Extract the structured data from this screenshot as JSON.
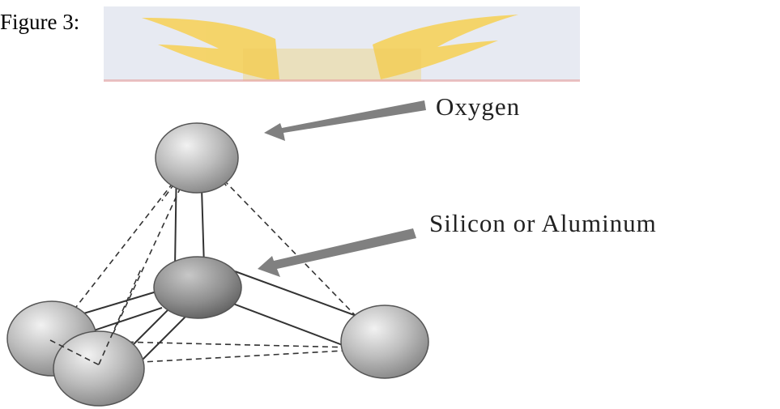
{
  "figure": {
    "caption": "Figure 3:"
  },
  "labels": {
    "oxygen": "Oxygen",
    "silicon_aluminum": "Silicon or Aluminum"
  },
  "colors": {
    "watermark_bg": "#e7eaf2",
    "watermark_logo": "#f6d25c",
    "atom_fill": "#bdbdbd",
    "center_atom_fill": "#8e8e8e",
    "arrow": "#808080",
    "line": "#333333"
  },
  "watermark": {
    "icon": "winged-logo-watermark"
  }
}
